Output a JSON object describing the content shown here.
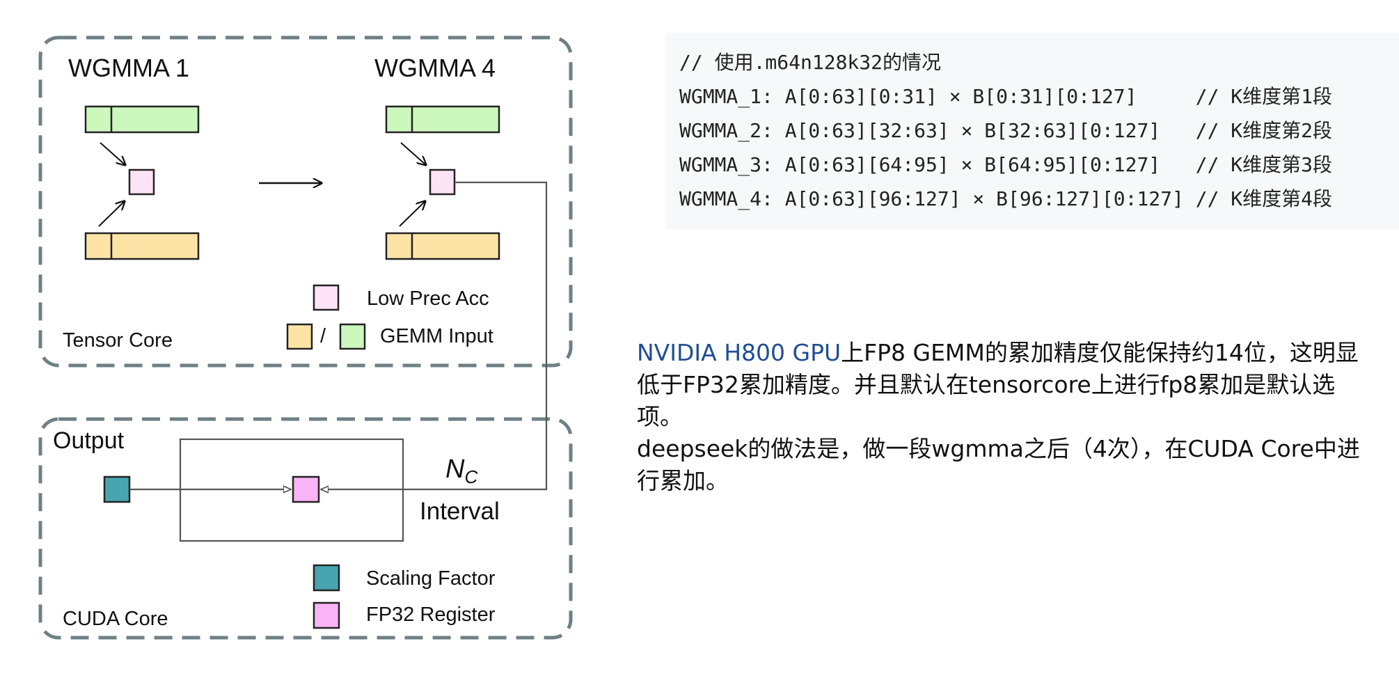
{
  "diagram": {
    "wgmma_left_label": "WGMMA 1",
    "wgmma_right_label": "WGMMA 4",
    "tensor_core_label": "Tensor Core",
    "cuda_core_label": "CUDA Core",
    "output_label": "Output",
    "nc_label_main": "N",
    "nc_label_sub": "C",
    "interval_label": "Interval",
    "legend": {
      "low_prec_acc": "Low Prec Acc",
      "slash": "/",
      "gemm_input": "GEMM Input",
      "scaling_factor": "Scaling Factor",
      "fp32_register": "FP32 Register"
    },
    "colors": {
      "gemm_input_green": "#ccf7bd",
      "gemm_input_orange": "#fde4a6",
      "low_prec_acc": "#fde3f6",
      "fp32_register": "#f9b4f5",
      "scaling_factor": "#47a5b0",
      "dashed_border": "#6f8085"
    }
  },
  "code": {
    "lines": [
      "// 使用.m64n128k32的情况",
      "WGMMA_1: A[0:63][0:31] × B[0:31][0:127]     // K维度第1段",
      "WGMMA_2: A[0:63][32:63] × B[32:63][0:127]   // K维度第2段",
      "WGMMA_3: A[0:63][64:95] × B[64:95][0:127]   // K维度第3段",
      "WGMMA_4: A[0:63][96:127] × B[96:127][0:127] // K维度第4段"
    ]
  },
  "description": {
    "link_text": "NVIDIA H800 GPU",
    "para1_rest": "上FP8 GEMM的累加精度仅能保持约14位，这明显低于FP32累加精度。并且默认在tensorcore上进行fp8累加是默认选项。",
    "para2": "deepseek的做法是，做一段wgmma之后（4次），在CUDA Core中进行累加。"
  }
}
